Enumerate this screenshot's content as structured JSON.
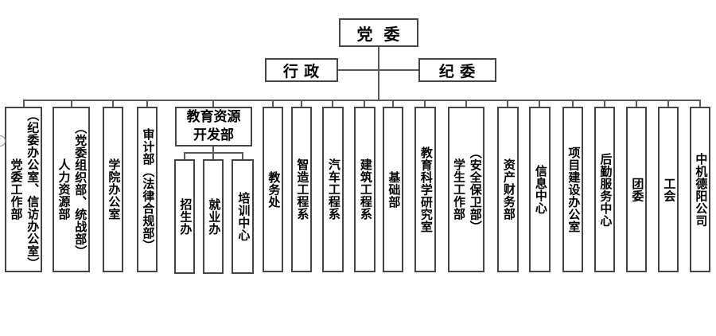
{
  "diagram": {
    "title_hint": "organization-chart",
    "root": {
      "label": "党  委"
    },
    "secondary": [
      {
        "label": "行 政"
      },
      {
        "label": "纪 委"
      }
    ],
    "departments": [
      {
        "label": "党委工作部\n（纪委办公室、信访办公室）"
      },
      {
        "label": "人力资源部\n（党委组织部、统战部）"
      },
      {
        "label": "学院办公室"
      },
      {
        "label": "审计部（法律合规部）"
      },
      {
        "label": "教育资源\n开发部",
        "children": [
          {
            "label": "招生办"
          },
          {
            "label": "就业办"
          },
          {
            "label": "培训中心"
          }
        ]
      },
      {
        "label": "教务处"
      },
      {
        "label": "智造工程系"
      },
      {
        "label": "汽车工程系"
      },
      {
        "label": "建筑工程系"
      },
      {
        "label": "基础部"
      },
      {
        "label": "教育科学研究室"
      },
      {
        "label": "学生工作部\n（安全保卫部）"
      },
      {
        "label": "资产财务部"
      },
      {
        "label": "信息中心"
      },
      {
        "label": "项目建设办公室"
      },
      {
        "label": "后勤服务中心"
      },
      {
        "label": "团委"
      },
      {
        "label": "工会"
      },
      {
        "label": "中机德阳公司"
      }
    ],
    "colors": {
      "background": "#ffffff",
      "box_border": "#454545",
      "connector": "#595959",
      "text": "#000000"
    }
  }
}
